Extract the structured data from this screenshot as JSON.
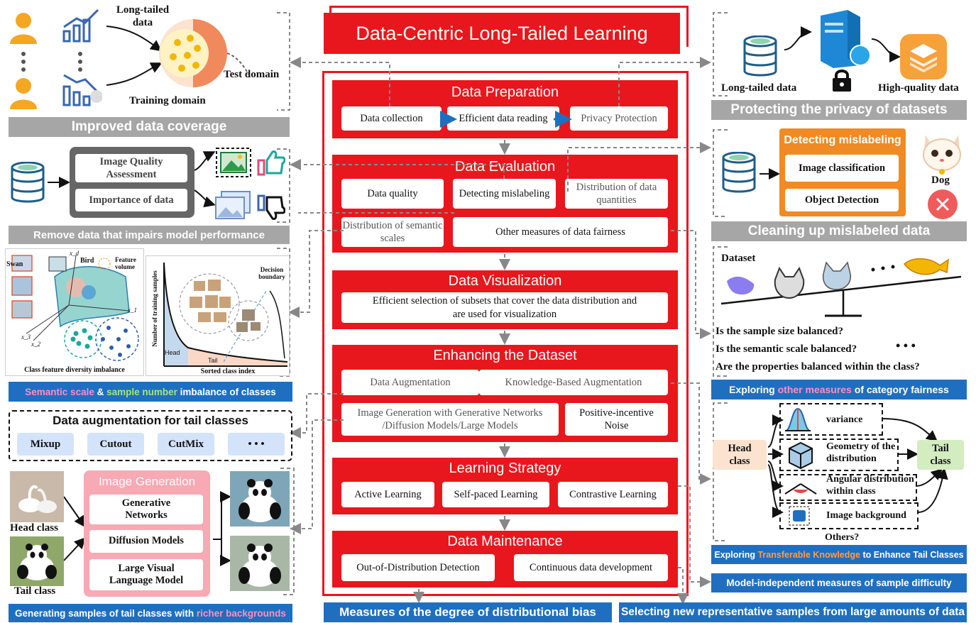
{
  "title": "Data-Centric Long-Tailed Learning",
  "sections": {
    "preparation": {
      "title": "Data Preparation",
      "items": [
        "Data collection",
        "Efficient data reading",
        "Privacy Protection"
      ]
    },
    "evaluation": {
      "title": "Data Evaluation",
      "items": [
        "Data quality",
        "Detecting mislabeling",
        "Distribution of data quantities",
        "Distribution of semantic scales",
        "Other measures of data fairness"
      ]
    },
    "visualization": {
      "title": "Data Visualization",
      "text": "Efficient selection of subsets that cover the data distribution and are used for visualization"
    },
    "enhancing": {
      "title": "Enhancing the Dataset",
      "items": [
        "Data Augmentation",
        "Knowledge-Based Augmentation",
        "Image Generation with Generative Networks /Diffusion Models/Large Models",
        "Positive-incentive Noise"
      ]
    },
    "learning": {
      "title": "Learning Strategy",
      "items": [
        "Active Learning",
        "Self-paced Learning",
        "Contrastive Learning"
      ]
    },
    "maintenance": {
      "title": "Data Maintenance",
      "items": [
        "Out-of-Distribution Detection",
        "Continuous data development"
      ]
    }
  },
  "left": {
    "coverage": {
      "long_tailed": "Long-tailed data",
      "test_domain": "Test domain",
      "training_domain": "Training domain",
      "banner": "Improved data coverage"
    },
    "remove": {
      "items": [
        "Image Quality Assessment",
        "Importance of data"
      ],
      "banner": "Remove data that impairs model performance"
    },
    "imbalance": {
      "swan": "Swan",
      "bird": "Bird",
      "feature_volume": "Feature volume",
      "xd": "x_d",
      "x1": "x_1",
      "x2": "x_2",
      "x3": "x_3",
      "left_caption": "Class feature diversity imbalance",
      "ylabel": "Number of training samples",
      "head": "Head",
      "tail": "Tail",
      "decision_boundary": "Decision boundary",
      "xlabel": "Sorted class index",
      "banner_a": "Semantic scale",
      "banner_b": " & ",
      "banner_c": "sample number",
      "banner_d": " imbalance of classes"
    },
    "augment": {
      "title": "Data augmentation for tail classes",
      "chips": [
        "Mixup",
        "Cutout",
        "CutMix",
        "• • •"
      ]
    },
    "generation": {
      "head_class": "Head class",
      "tail_class": "Tail class",
      "title": "Image Generation",
      "items": [
        "Generative Networks",
        "Diffusion Models",
        "Large Visual Language Model"
      ],
      "banner_a": "Generating samples of tail classes with ",
      "banner_b": "richer backgrounds"
    }
  },
  "right": {
    "privacy": {
      "left": "Long-tailed data",
      "right": "High-quality data",
      "banner": "Protecting the privacy of datasets"
    },
    "mislabel": {
      "title": "Detecting mislabeling",
      "items": [
        "Image classification",
        "Object Detection"
      ],
      "dog": "Dog",
      "banner": "Cleaning up mislabeled data"
    },
    "fairness": {
      "dataset": "Dataset",
      "dots": "• • •",
      "questions": [
        "Is the sample size balanced?",
        "Is the semantic scale balanced?",
        "Are the properties balanced within the class?"
      ],
      "banner_a": "Exploring ",
      "banner_b": "other measures",
      "banner_c": " of category fairness"
    },
    "transfer": {
      "head": "Head class",
      "tail": "Tail class",
      "items": [
        "variance",
        "Geometry of the distribution",
        "Angular distribution within class",
        "Image background"
      ],
      "others": "Others?",
      "banner_a": "Exploring ",
      "banner_b": "Transferable Knowledge",
      "banner_c": " to Enhance Tail Classes"
    },
    "model_indep": "Model-independent measures of sample difficulty",
    "selecting": "Selecting new representative samples from large amounts of data"
  },
  "bottom_center": "Measures of the degree of distributional bias",
  "colors": {
    "red": "#e8171d",
    "blue": "#1f6fc1",
    "gray": "#a6a6a6",
    "orange": "#f08a24"
  }
}
